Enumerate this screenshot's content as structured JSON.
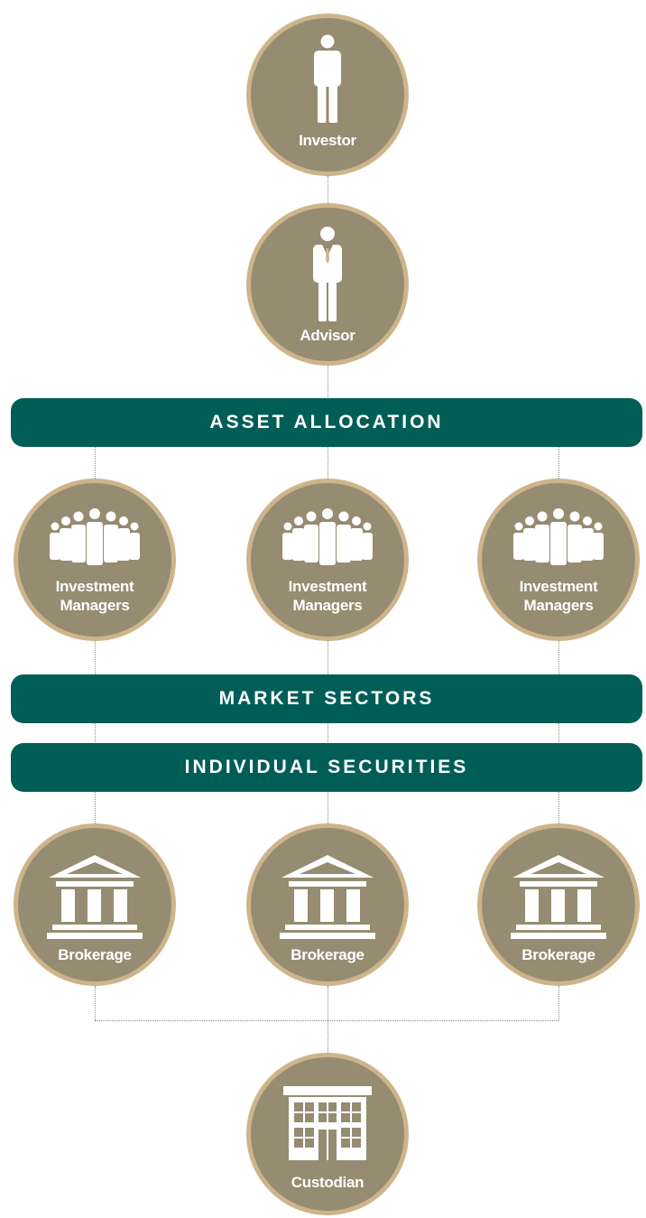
{
  "nodes": {
    "investor": {
      "label": "Investor",
      "icon": "person-icon"
    },
    "advisor": {
      "label": "Advisor",
      "icon": "person-suit-icon"
    },
    "manager_1": {
      "label": "Investment\nManagers",
      "icon": "group-icon"
    },
    "manager_2": {
      "label": "Investment\nManagers",
      "icon": "group-icon"
    },
    "manager_3": {
      "label": "Investment\nManagers",
      "icon": "group-icon"
    },
    "brokerage_1": {
      "label": "Brokerage",
      "icon": "bank-icon"
    },
    "brokerage_2": {
      "label": "Brokerage",
      "icon": "bank-icon"
    },
    "brokerage_3": {
      "label": "Brokerage",
      "icon": "bank-icon"
    },
    "custodian": {
      "label": "Custodian",
      "icon": "building-icon"
    }
  },
  "bars": {
    "asset_allocation": "ASSET ALLOCATION",
    "market_sectors": "MARKET SECTORS",
    "individual_securities": "INDIVIDUAL SECURITIES"
  },
  "colors": {
    "circle_fill": "#958c71",
    "circle_ring": "#cdb48b",
    "bar_fill": "#015e56",
    "connector": "#8d8a80",
    "text": "#ffffff"
  }
}
